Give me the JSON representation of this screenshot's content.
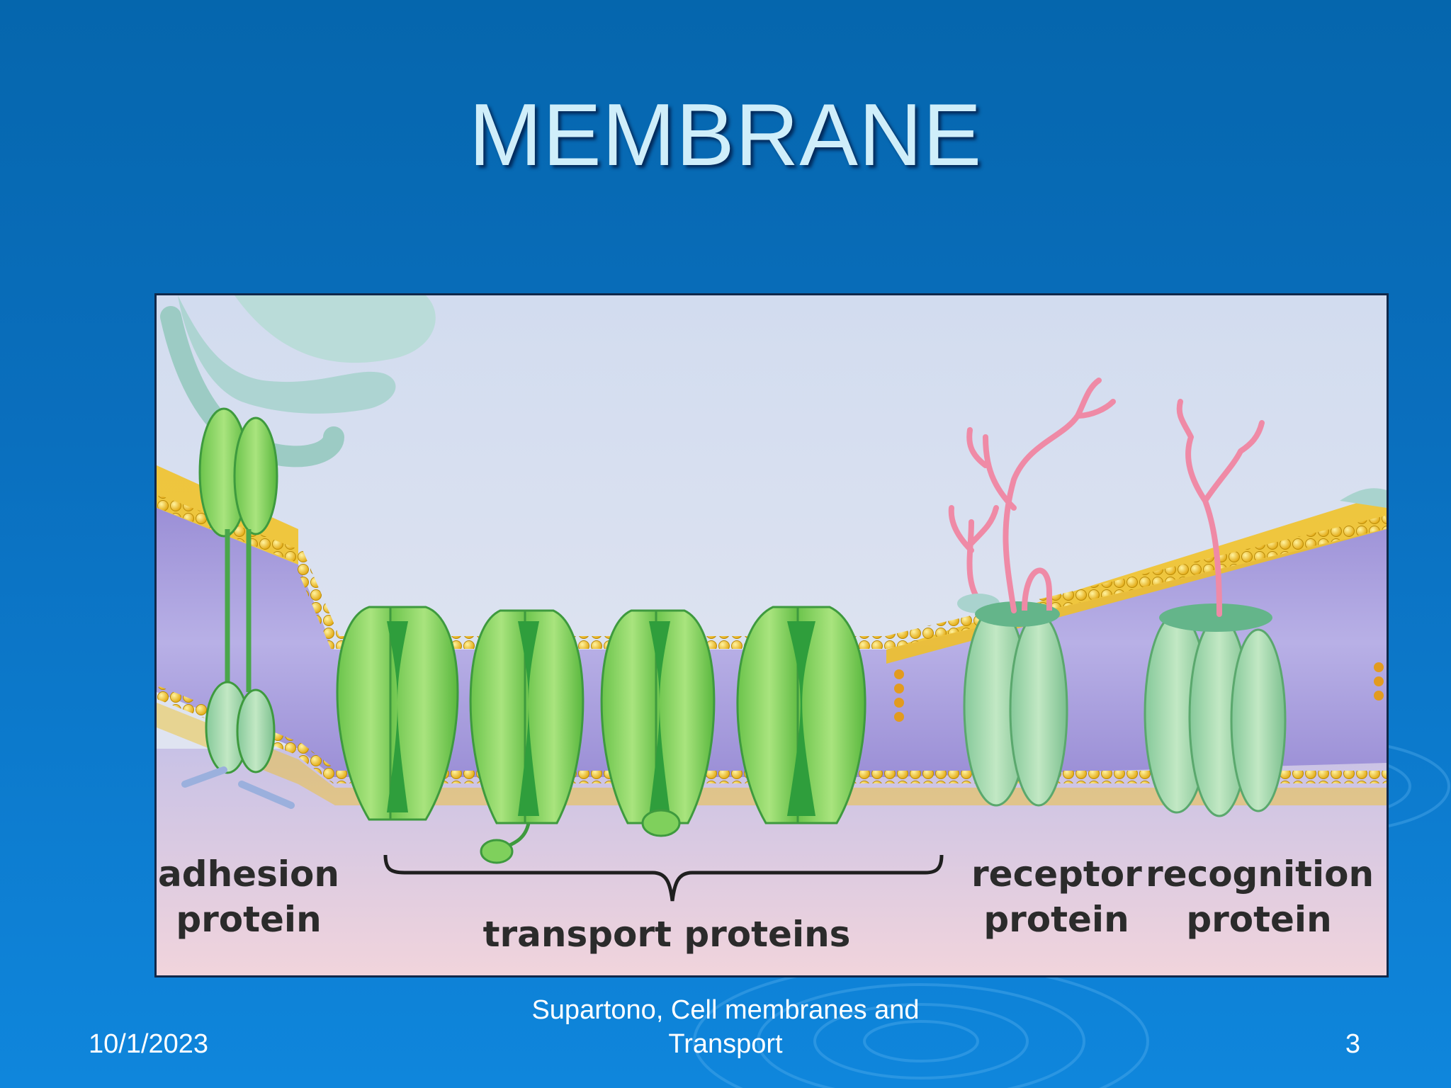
{
  "slide": {
    "title": "MEMBRANE"
  },
  "diagram": {
    "labels": {
      "adhesion": [
        "adhesion",
        "protein"
      ],
      "transport": "transport proteins",
      "receptor": [
        "receptor",
        "protein"
      ],
      "recognition": [
        "recognition",
        "protein"
      ]
    }
  },
  "footer": {
    "date": "10/1/2023",
    "source_line1": "Supartono, Cell membranes and",
    "source_line2": "Transport",
    "page_number": "3"
  },
  "colors": {
    "background": "#0a6fbe",
    "title": "#cfeefa",
    "transport_protein": "#8fd86a",
    "receptor_protein": "#a9dcae",
    "lipid_head": "#f3c21c",
    "carbohydrate": "#ef8aa6"
  }
}
